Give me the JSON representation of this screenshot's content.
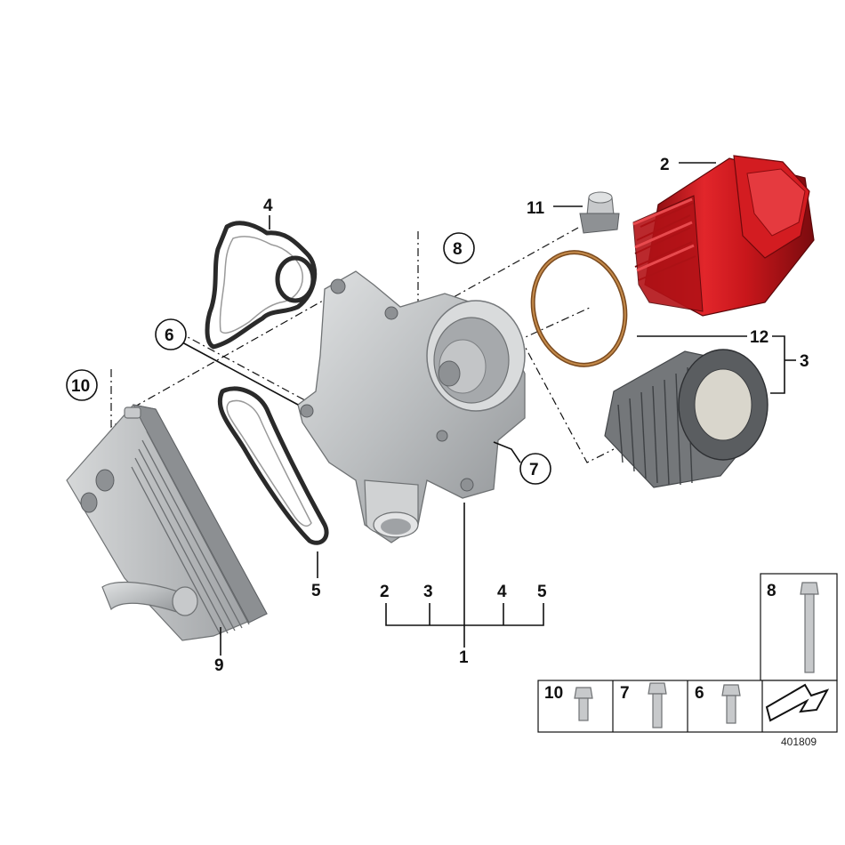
{
  "callouts": {
    "c1": "1",
    "c2": "2",
    "c3": "3",
    "c4": "4",
    "c5": "5",
    "c6": "6",
    "c7": "7",
    "c8": "8",
    "c9": "9",
    "c10": "10",
    "c11": "11",
    "c12": "12"
  },
  "assembly_row": {
    "a": "2",
    "b": "3",
    "c": "4",
    "d": "5",
    "main": "1"
  },
  "fastener_table": {
    "t10": "10",
    "t7": "7",
    "t6": "6",
    "t8": "8"
  },
  "catalog_number": "401809",
  "colors": {
    "red_cap": "#c8161b",
    "metal": "#c7c9cb",
    "filter": "#6f7173"
  }
}
